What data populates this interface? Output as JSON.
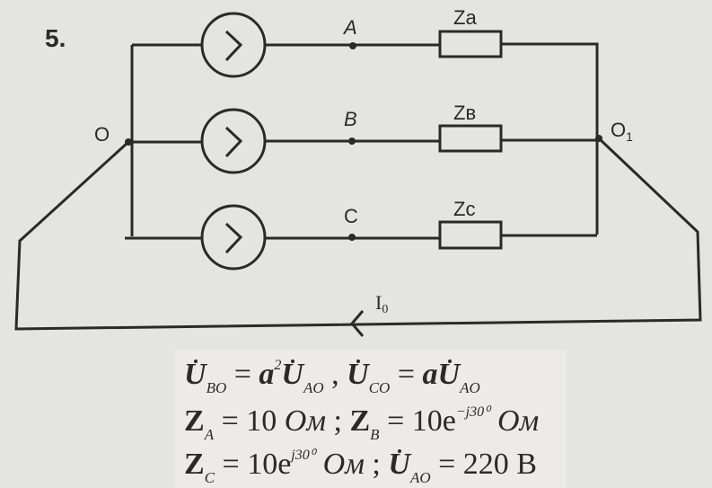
{
  "problem_number": "5.",
  "nodes": {
    "left": "O",
    "right": "O",
    "right_sub": "1",
    "a": "A",
    "b": "B",
    "c": "C"
  },
  "impedances": {
    "a": "Za",
    "b": "Zв",
    "c": "Zc"
  },
  "neutral_current": {
    "symbol": "I",
    "sub": "0"
  },
  "formulas": {
    "line1": {
      "u": "U",
      "bo": "BO",
      "eq1": " = ",
      "a": "a",
      "sq": "2",
      "u2": "U",
      "ao": "AO",
      "comma": " , ",
      "u3": "U",
      "co": "CO",
      "eq2": " = ",
      "a2": "a",
      "u4": "U",
      "ao2": "AO"
    },
    "line2": {
      "z": "Z",
      "a": "A",
      "val": " = 10 ",
      "unit": "Ом",
      "semi": " ;   ",
      "z2": "Z",
      "b": "B",
      "val2": " = 10e",
      "exp": "−j30⁰",
      "unit2": "  Ом"
    },
    "line3": {
      "z": "Z",
      "c": "C",
      "val": " = 10e",
      "exp": "j30⁰",
      "unit": "  Ом",
      "semi": " ;   ",
      "u": "U",
      "ao": "AO",
      "val2": " = 220 В"
    }
  },
  "colors": {
    "ink": "#2a2a2a",
    "paper": "#e4e4e2"
  }
}
